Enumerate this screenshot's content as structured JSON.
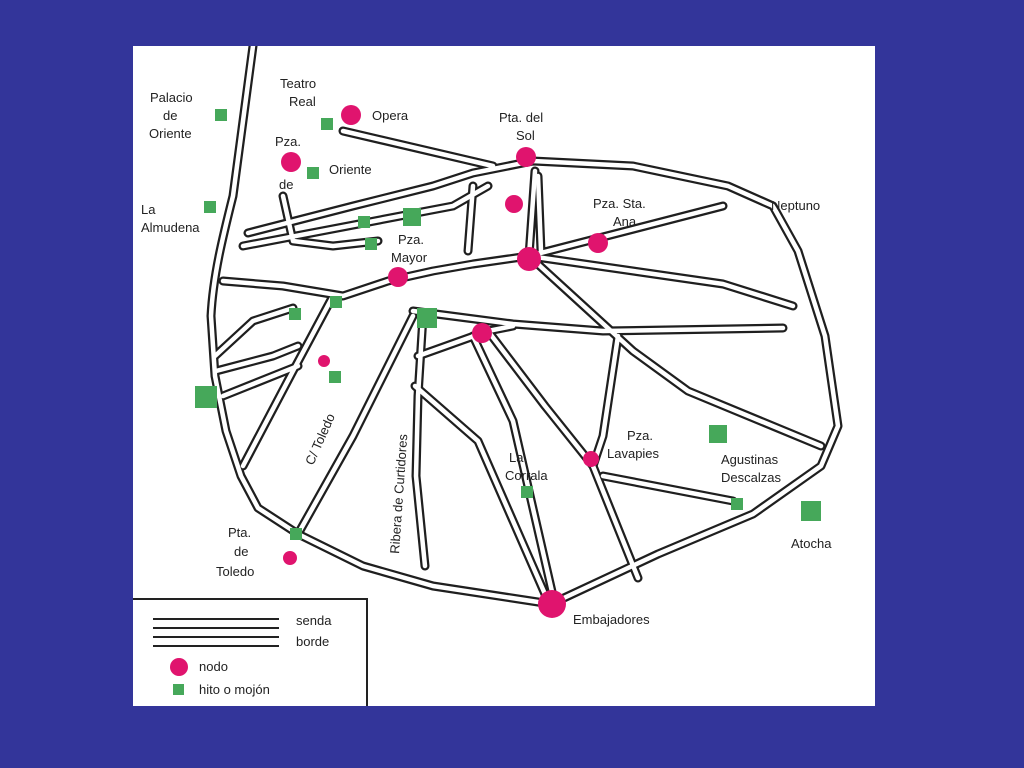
{
  "colors": {
    "background": "#33359a",
    "panel": "#ffffff",
    "nodo": "#e0146e",
    "hito": "#46a85a",
    "road": "#1f1f1f"
  },
  "labels": {
    "palacio": [
      "Palacio",
      "de",
      "Oriente"
    ],
    "teatro": [
      "Teatro",
      "Real"
    ],
    "opera": "Opera",
    "pza_oriente": [
      "Pza.",
      "de"
    ],
    "oriente": "Oriente",
    "pta_sol": [
      "Pta. del",
      "Sol"
    ],
    "almudena": [
      "La",
      "Almudena"
    ],
    "pza_mayor": [
      "Pza.",
      "Mayor"
    ],
    "pza_santa_ana": [
      "Pza. Sta.",
      "Ana"
    ],
    "neptuno": "Neptuno",
    "toledo_st": "C/ Toledo",
    "ribera": "Ribera de Curtidores",
    "corrala": [
      "La",
      "Corrala"
    ],
    "lavapies": [
      "Pza.",
      "Lavapies"
    ],
    "agustinas": [
      "Agustinas",
      "Descalzas"
    ],
    "atocha": "Atocha",
    "pta_toledo": [
      "Pta.",
      "de",
      "Toledo"
    ],
    "embajadores": "Embajadores"
  },
  "legend": {
    "senda": "senda",
    "borde": "borde",
    "nodo": "nodo",
    "hito": "hito o mojón"
  }
}
